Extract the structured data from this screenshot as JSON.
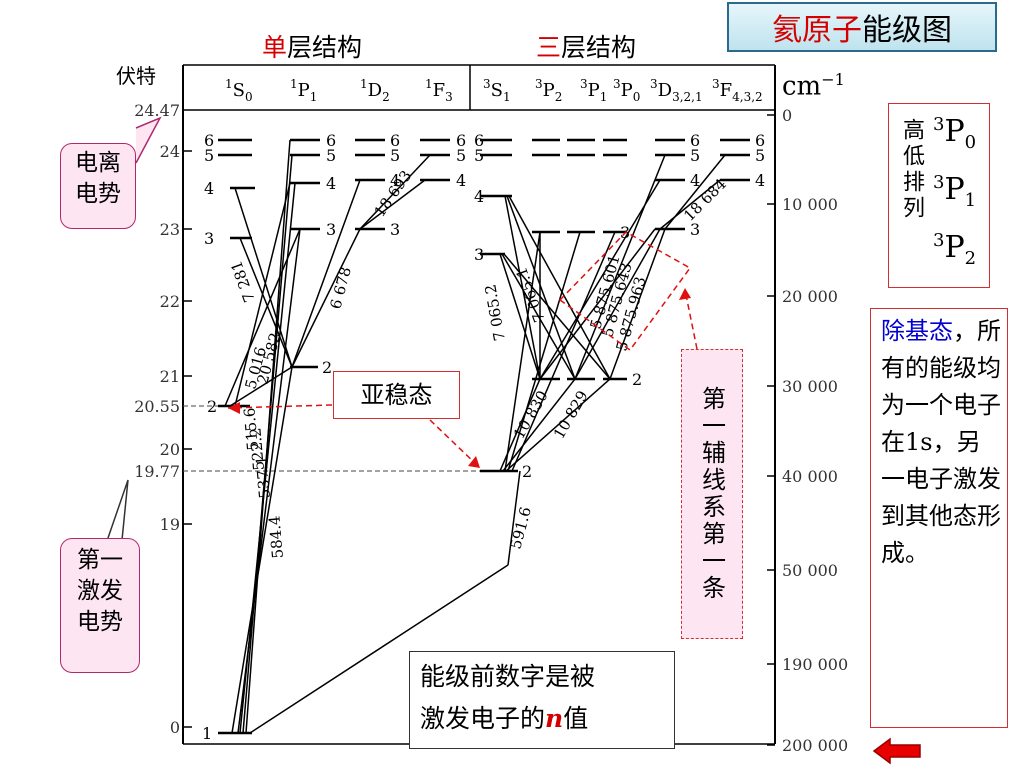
{
  "title": {
    "red": "氦原子",
    "black": "能级图"
  },
  "sections": {
    "singlet": {
      "red": "单",
      "rest": "层结构"
    },
    "triplet": {
      "red": "三",
      "rest": "层结构"
    }
  },
  "axes": {
    "left_unit": "伏特",
    "right_unit": "cm",
    "right_unit_sup": "−1",
    "left_ticks": [
      {
        "label": "24.47",
        "value": 24.47
      },
      {
        "label": "24",
        "value": 24
      },
      {
        "label": "23",
        "value": 23
      },
      {
        "label": "22",
        "value": 22
      },
      {
        "label": "21",
        "value": 21
      },
      {
        "label": "20.55",
        "value": 20.55
      },
      {
        "label": "20",
        "value": 20
      },
      {
        "label": "19.77",
        "value": 19.77
      },
      {
        "label": "19",
        "value": 19
      },
      {
        "label": "0",
        "value": 0
      }
    ],
    "right_ticks": [
      "0",
      "10 000",
      "20 000",
      "30 000",
      "40 000",
      "50 000",
      "190 000",
      "200 000"
    ]
  },
  "terms": {
    "singlet": [
      {
        "sup": "1",
        "base": "S",
        "sub": "0"
      },
      {
        "sup": "1",
        "base": "P",
        "sub": "1"
      },
      {
        "sup": "1",
        "base": "D",
        "sub": "2"
      },
      {
        "sup": "1",
        "base": "F",
        "sub": "3"
      }
    ],
    "triplet": [
      {
        "sup": "3",
        "base": "S",
        "sub": "1"
      },
      {
        "sup": "3",
        "base": "P",
        "sub": "2"
      },
      {
        "sup": "3",
        "base": "P",
        "sub": "1"
      },
      {
        "sup": "3",
        "base": "P",
        "sub": "0"
      },
      {
        "sup": "3",
        "base": "D",
        "sub": "3,2,1"
      },
      {
        "sup": "3",
        "base": "F",
        "sub": "4,3,2"
      }
    ]
  },
  "level_labels": [
    "1",
    "2",
    "3",
    "4",
    "5",
    "6"
  ],
  "wavelengths": [
    "7 281",
    "5 016",
    "20 582",
    "515.6",
    "522.2",
    "537.1",
    "584.4",
    "6 678",
    "18 693",
    "7 065.1",
    "7 065.2",
    "5 875.601",
    "5 875.643",
    "5 875.963",
    "10 830",
    "10 829",
    "18 684",
    "591.6"
  ],
  "callouts": {
    "ionization": "电离\n电势",
    "first_excitation": "第一\n激发\n电势",
    "metastable": "亚稳态",
    "first_aux": "第一辅线系第一条",
    "order_label": "高低排列",
    "ground_note": {
      "blue": "除基态",
      "rest": "，所有的能级均为一个电子在1s，另一电子激发到其他态形成。"
    },
    "n_note": {
      "line1": "能级前数字是被",
      "line2a": "激发电子的",
      "n": "n",
      "line2b": "值"
    }
  },
  "p_levels": [
    {
      "sup": "3",
      "base": "P",
      "sub": "0"
    },
    {
      "sup": "3",
      "base": "P",
      "sub": "1"
    },
    {
      "sup": "3",
      "base": "P",
      "sub": "2"
    }
  ],
  "colors": {
    "accent_red": "#d40000",
    "callout_border": "#b0286e",
    "callout_bg": "#fde6f2",
    "text_blue": "#0000d0"
  }
}
